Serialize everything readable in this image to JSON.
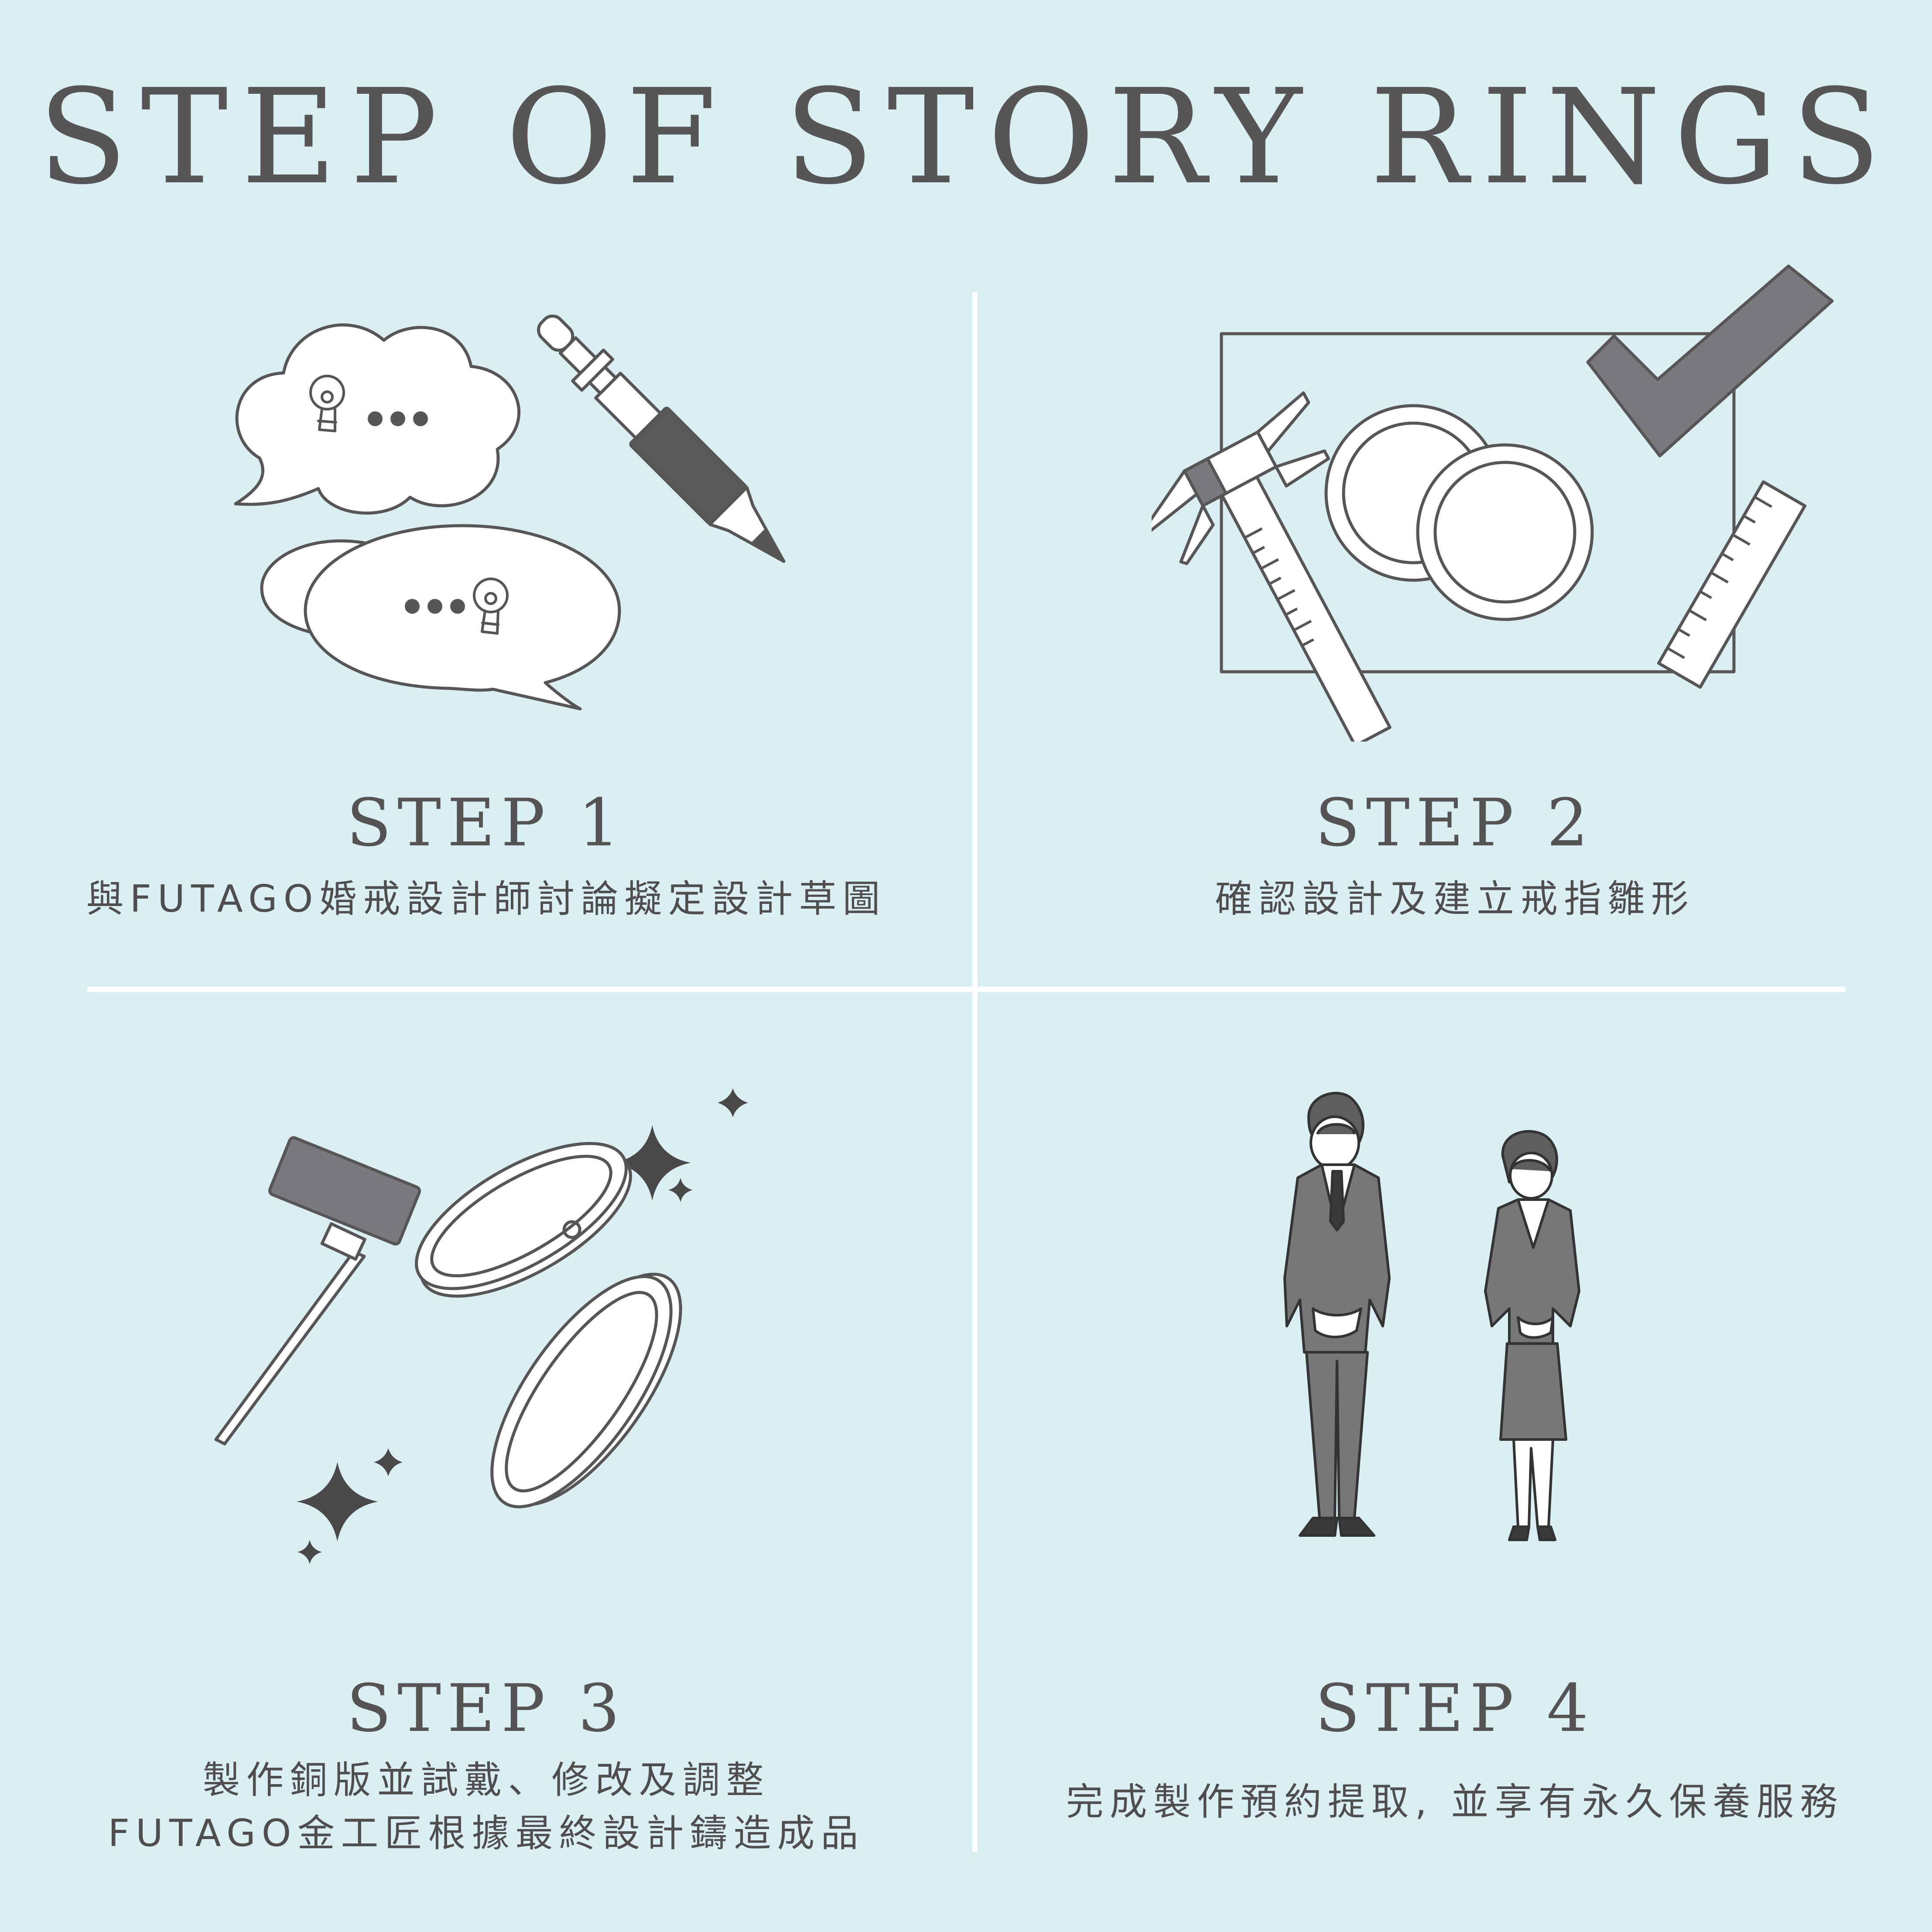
{
  "title": "STEP OF STORY RINGS",
  "colors": {
    "background": "#daeff4",
    "ink": "#575555",
    "fill_gray": "#7a7a7e",
    "fill_dark": "#4a4848",
    "divider": "#ffffff"
  },
  "steps": [
    {
      "label": "STEP 1",
      "lines": [
        "與FUTAGO婚戒設計師討論擬定設計草圖"
      ],
      "icon": "speech-bubbles-pen-illustration"
    },
    {
      "label": "STEP 2",
      "lines": [
        "確認設計及建立戒指雛形"
      ],
      "icon": "rings-caliper-blueprint-illustration"
    },
    {
      "label": "STEP 3",
      "lines": [
        "製作銅版並試戴、修改及調整",
        "FUTAGO金工匠根據最終設計鑄造成品"
      ],
      "icon": "hammer-rings-sparkles-illustration"
    },
    {
      "label": "STEP 4",
      "lines": [
        "完成製作預約提取, 並享有永久保養服務"
      ],
      "icon": "bowing-staff-illustration"
    }
  ]
}
